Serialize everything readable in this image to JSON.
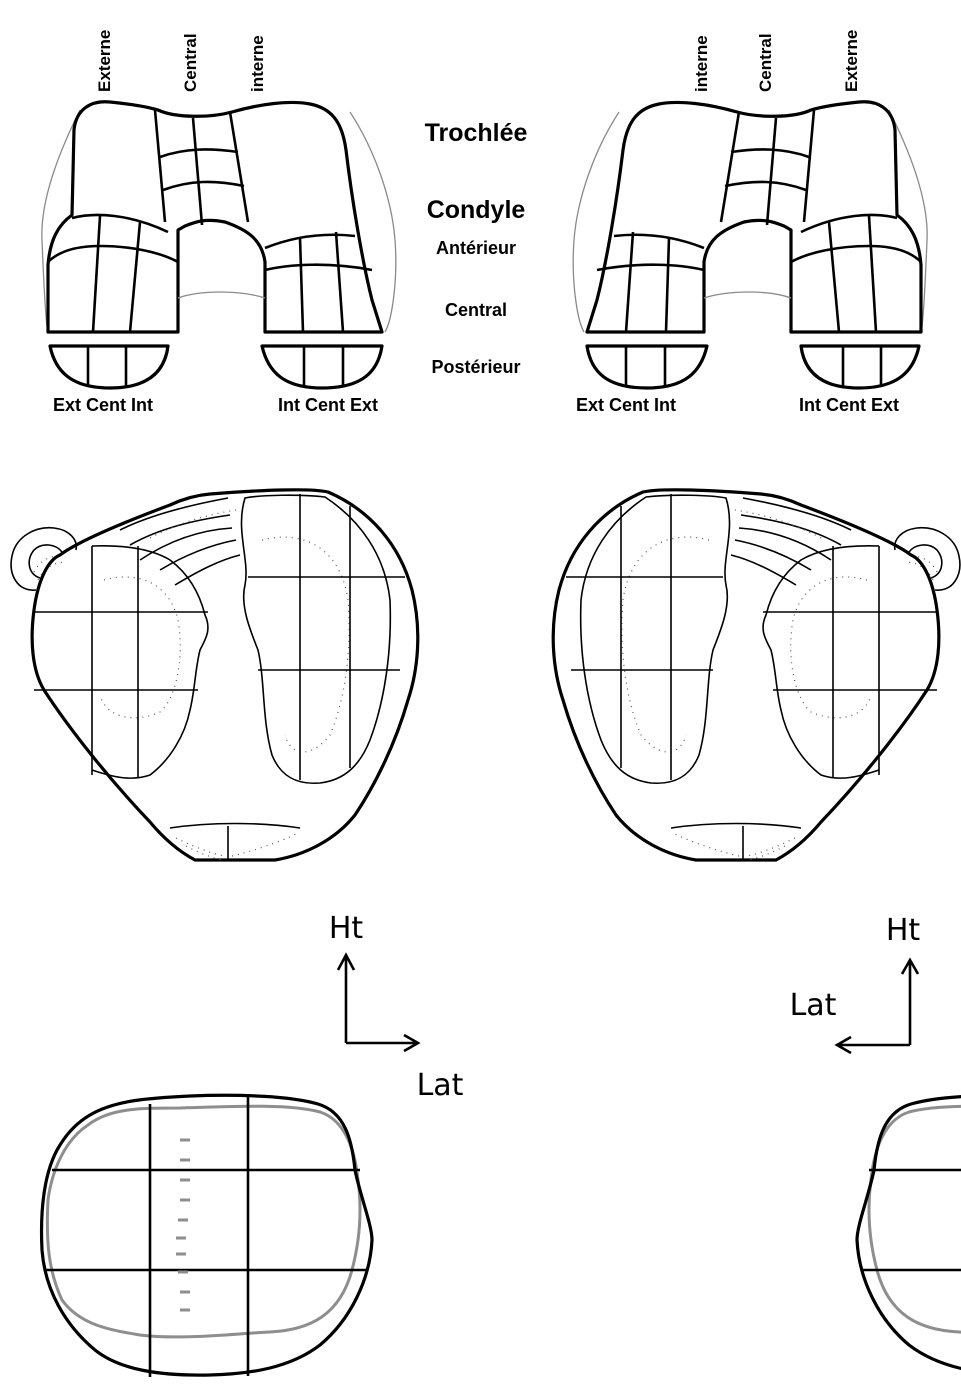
{
  "femur": {
    "left": {
      "top_labels": {
        "a": "Externe",
        "b": "Central",
        "c": "interne"
      },
      "bottom_left": "Ext Cent Int",
      "bottom_right": "Int Cent Ext"
    },
    "right": {
      "top_labels": {
        "a": "interne",
        "b": "Central",
        "c": "Externe"
      },
      "bottom_left": "Ext Cent  Int",
      "bottom_right": "Int Cent Ext"
    },
    "center_labels": {
      "trochlee": "Trochlée",
      "condyle": "Condyle",
      "anterieur": "Antérieur",
      "central": "Central",
      "posterieur": "Postérieur"
    }
  },
  "axes": {
    "left": {
      "up": "Ht",
      "side": "Lat"
    },
    "right": {
      "up": "Ht",
      "side": "Lat"
    }
  }
}
